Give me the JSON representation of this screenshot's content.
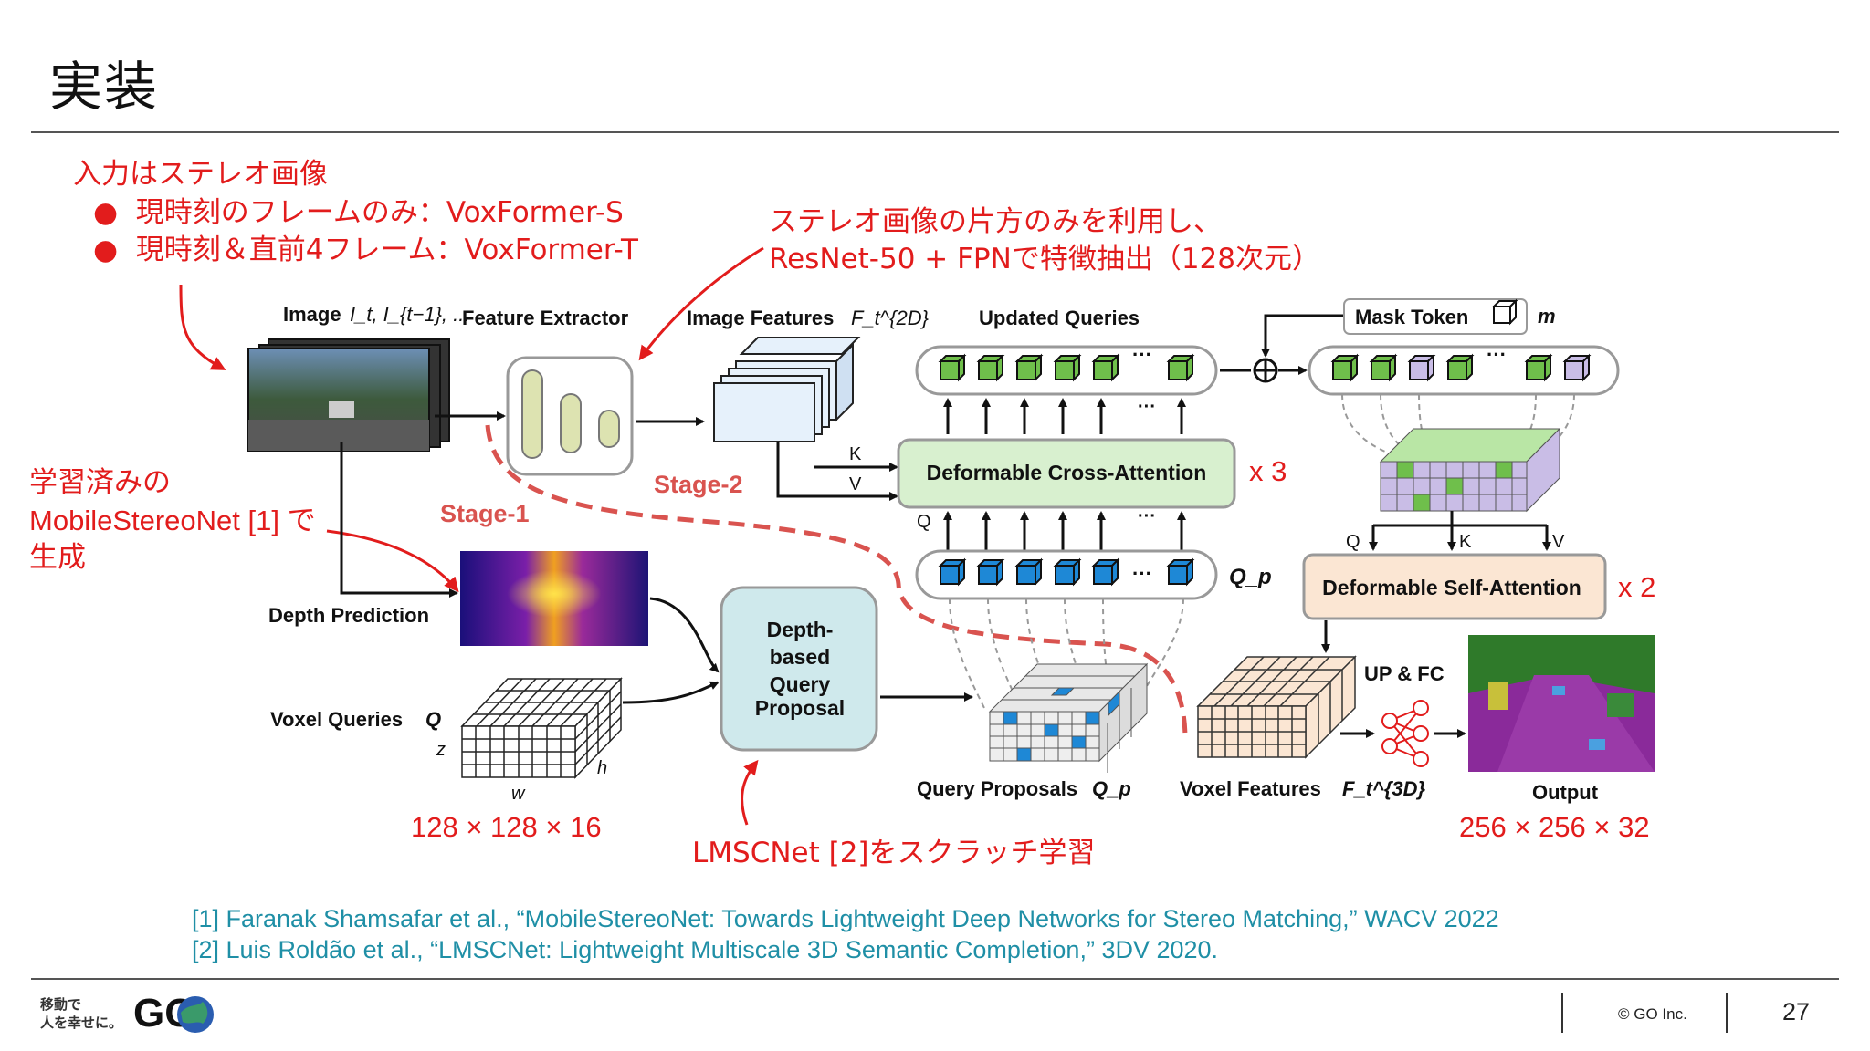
{
  "slide": {
    "title": "実装",
    "page_number": "27",
    "copyright": "© GO Inc."
  },
  "logo": {
    "tagline_line1": "移動で",
    "tagline_line2": "人を幸せに。",
    "mark": "GO"
  },
  "annotations": {
    "input_heading": "入力はステレオ画像",
    "input_bullets": [
      "現時刻のフレームのみ：VoxFormer-S",
      "現時刻＆直前4フレーム：VoxFormer-T"
    ],
    "backbone_line1": "ステレオ画像の片方のみを利用し、",
    "backbone_line2": "ResNet-50 + FPNで特徴抽出（128次元）",
    "depth_line1": "学習済みの",
    "depth_line2": "MobileStereoNet [1] で",
    "depth_line3": "生成",
    "cross_repeat": "x 3",
    "self_repeat": "x 2",
    "input_size": "128 × 128 × 16",
    "output_size": "256 × 256 × 32",
    "lmscnet_note": "LMSCNet [2]をスクラッチ学習"
  },
  "diagram": {
    "image_label": "Image",
    "image_symbols": "I_t, I_{t−1}, ...",
    "feature_extractor": "Feature Extractor",
    "image_features": "Image Features",
    "image_features_symbol": "F_t^{2D}",
    "updated_queries": "Updated Queries",
    "mask_token": "Mask Token",
    "mask_symbol": "m",
    "cross_attention": "Deformable Cross-Attention",
    "self_attention": "Deformable Self-Attention",
    "stage1": "Stage-1",
    "stage2": "Stage-2",
    "depth_prediction": "Depth Prediction",
    "voxel_queries": "Voxel Queries",
    "voxel_queries_symbol": "Q",
    "axis_z": "z",
    "axis_w": "w",
    "axis_h": "h",
    "proposal_line1": "Depth-",
    "proposal_line2": "based",
    "proposal_line3": "Query",
    "proposal_line4": "Proposal",
    "query_proposals": "Query Proposals",
    "query_proposals_symbol": "Q_p",
    "qp_symbol": "Q_p",
    "voxel_features": "Voxel Features",
    "voxel_features_symbol": "F_t^{3D}",
    "up_fc": "UP & FC",
    "output": "Output",
    "k": "K",
    "v": "V",
    "q": "Q",
    "ellipsis": "···"
  },
  "references": [
    "[1] Faranak Shamsafar et al., “MobileStereoNet: Towards Lightweight Deep Networks for Stereo Matching,” WACV 2022",
    "[2] Luis Roldão et al., “LMSCNet: Lightweight Multiscale 3D Semantic Completion,” 3DV 2020."
  ],
  "colors": {
    "annotation_red": "#e21c1c",
    "reference_teal": "#1f8fa6",
    "query_green": "#6fbf4b",
    "query_blue": "#1e88d6",
    "mask_lavender": "#c9bde6",
    "cross_attn_fill": "#d8f0cf",
    "self_attn_fill": "#fbe6d3",
    "proposal_fill": "#cfe9ec",
    "feature_fill": "#e6f1fb",
    "extractor_bar": "#dde3b1",
    "stage_red": "#d9534f"
  }
}
